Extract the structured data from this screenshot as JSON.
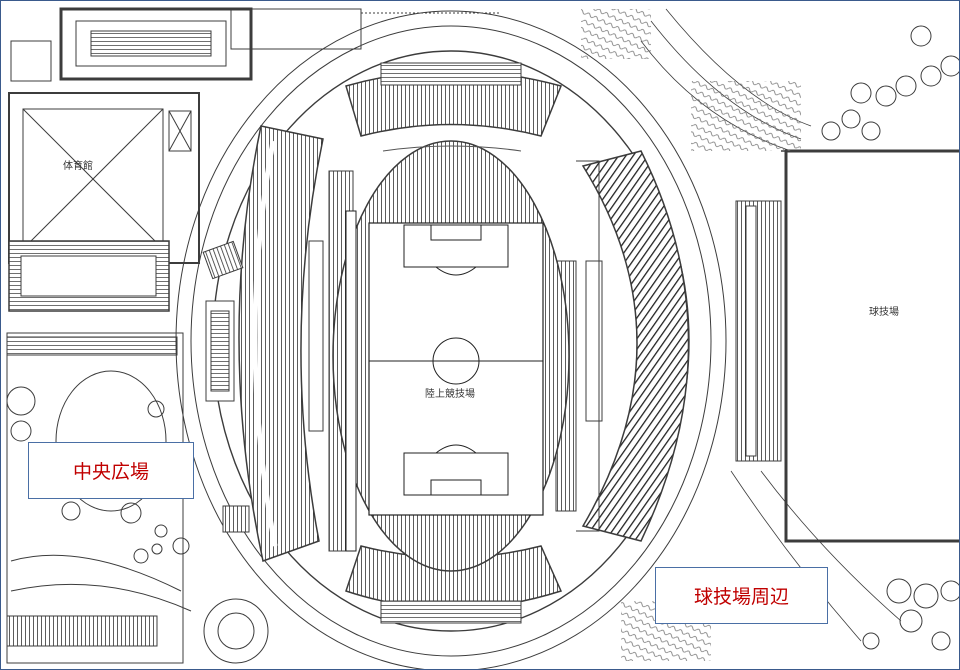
{
  "map": {
    "labels": {
      "gymnasium": "体育館",
      "track_stadium": "陸上競技場",
      "ball_field": "球技場"
    },
    "callouts": {
      "central_plaza": "中央広場",
      "ball_field_area": "球技場周辺"
    },
    "colors": {
      "line": "#3c3c3c",
      "callout_border": "#4a6fa5",
      "callout_text": "#c00000",
      "frame_border": "#3a5a8c"
    }
  }
}
